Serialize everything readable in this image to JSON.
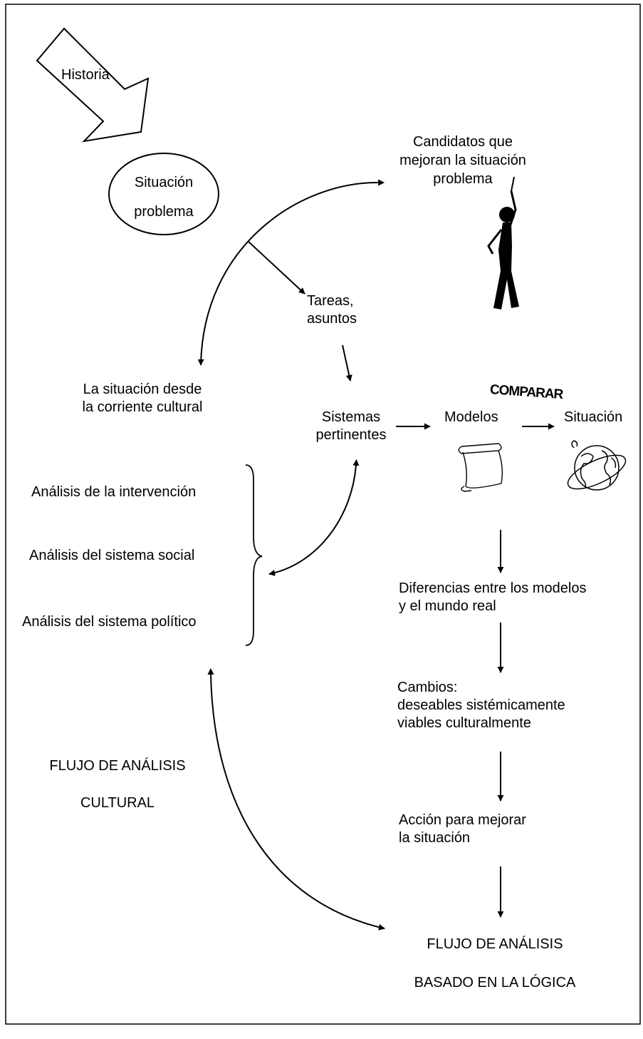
{
  "diagram": {
    "historia": "Historia",
    "situacion_problema": [
      "Situación",
      "problema"
    ],
    "candidatos": [
      "Candidatos que",
      "mejoran la situación",
      "problema"
    ],
    "tareas": [
      "Tareas,",
      "asuntos"
    ],
    "situacion_cultural": [
      "La situación desde",
      "la corriente cultural"
    ],
    "sistemas_pertinentes": [
      "Sistemas",
      "pertinentes"
    ],
    "comparar": "COMPARAR",
    "modelos": "Modelos",
    "situacion": "Situación",
    "analisis": [
      "Análisis de la intervención",
      "Análisis del sistema social",
      "Análisis del sistema político"
    ],
    "diferencias": [
      "Diferencias entre los modelos",
      "y el mundo real"
    ],
    "cambios": [
      "Cambios:",
      "deseables sistémicamente",
      "viables culturalmente"
    ],
    "accion": [
      "Acción para mejorar",
      "la situación"
    ],
    "flujo_cultural": [
      "FLUJO DE ANÁLISIS",
      "CULTURAL"
    ],
    "flujo_logica": [
      "FLUJO DE ANÁLISIS",
      "BASADO EN LA LÓGICA"
    ]
  },
  "icons": [
    "stick-figure-icon",
    "scroll-icon",
    "globe-icon",
    "history-arrow-icon"
  ]
}
